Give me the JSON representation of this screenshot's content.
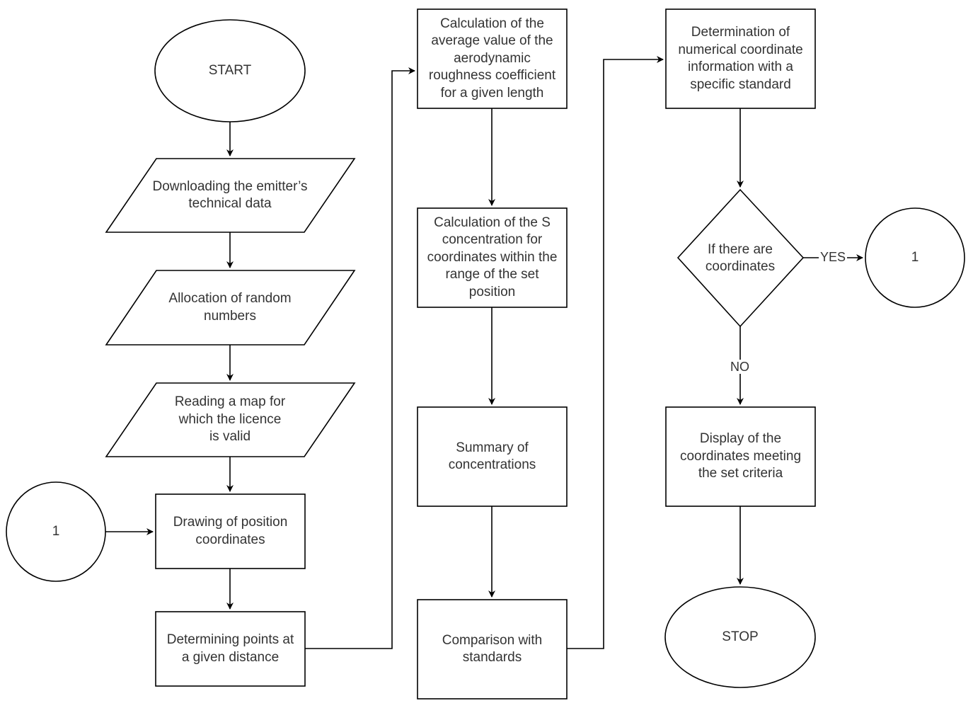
{
  "nodes": {
    "start": "START",
    "download": "Downloading the emitter’s\ntechnical data",
    "allocate": "Allocation of random\nnumbers",
    "read_map": "Reading a map for\nwhich the licence\nis valid",
    "connector_in": "1",
    "draw_coords": "Drawing of position\ncoordinates",
    "determine_points": "Determining points at\na given distance",
    "calc_roughness": "Calculation of the\naverage value of the\naerodynamic\nroughness coefficient\nfor a given length",
    "calc_concentration": "Calculation of the S\nconcentration for\ncoordinates within the\nrange of the set\nposition",
    "summary": "Summary of\nconcentrations",
    "compare": "Comparison with\nstandards",
    "numerical": "Determination of\nnumerical coordinate\ninformation with a\nspecific standard",
    "decision": "If there are\ncoordinates",
    "connector_out": "1",
    "display": "Display of the\ncoordinates meeting\nthe set criteria",
    "stop": "STOP"
  },
  "edges": {
    "yes": "YES",
    "no": "NO"
  },
  "colors": {
    "stroke": "#000000",
    "text": "#333333",
    "background": "#ffffff"
  }
}
